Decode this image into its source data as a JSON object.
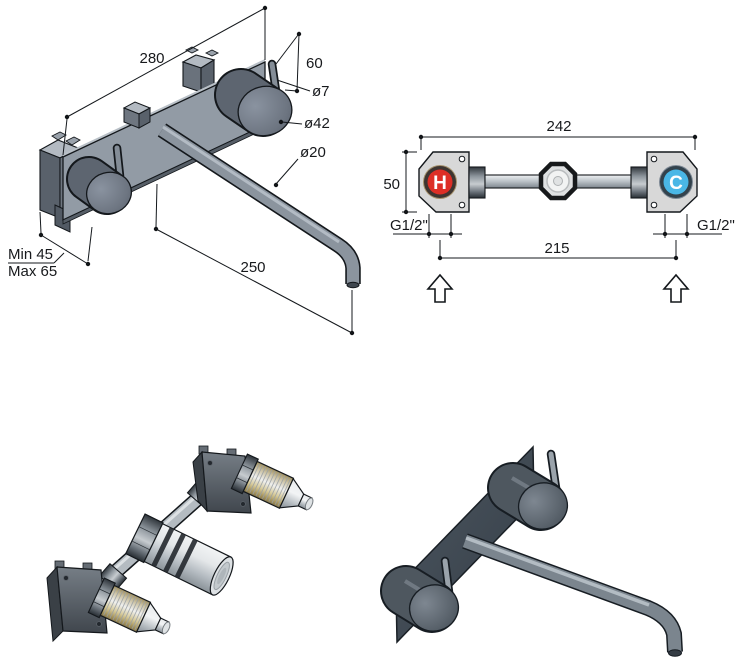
{
  "diagram": {
    "iso_view": {
      "dims": {
        "plate_width": "280",
        "pin_height": "60",
        "pin_diameter": "ø7",
        "handle_diameter": "ø42",
        "spout_diameter": "ø20",
        "spout_length": "250",
        "depth_min": "Min 45",
        "depth_max": "Max 65"
      }
    },
    "front_view": {
      "dims": {
        "overall_width": "242",
        "body_height": "50",
        "hole_spacing": "215",
        "thread_size_left": "G1/2\"",
        "thread_size_right": "G1/2\""
      },
      "hot_label": "H",
      "cold_label": "C"
    },
    "colors": {
      "hot": "#dd2f26",
      "cold": "#4ab7e6",
      "line": "#14181c",
      "brass": "#c9ba8a",
      "trim_plate": "#47515b"
    }
  }
}
